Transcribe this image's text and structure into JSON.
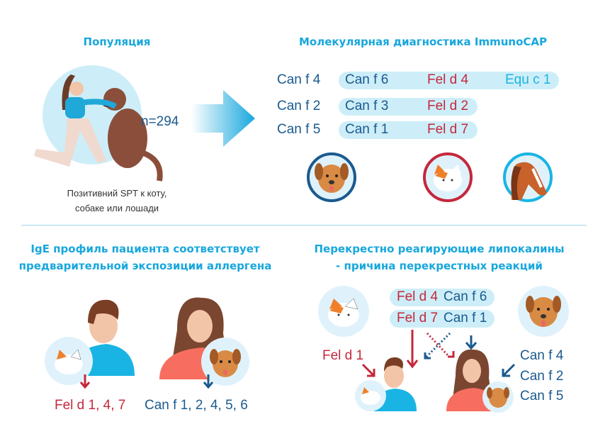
{
  "population": {
    "title": "Популяция",
    "n": "n=294",
    "caption_line1": "Позитивний SPT к коту,",
    "caption_line2": "собаке или лошади"
  },
  "molecular": {
    "title": "Молекулярная диагностика ImmunoCAP",
    "rows": [
      {
        "label": "Can f 4",
        "dog": "Can f 6",
        "cat": "Fel d 4",
        "horse": "Equ c 1"
      },
      {
        "label": "Can f 2",
        "dog": "Can f 3",
        "cat": "Fel d 2"
      },
      {
        "label": "Can f 5",
        "dog": "Can f 1",
        "cat": "Fel d 7"
      }
    ]
  },
  "ige_profile": {
    "title_line1": "IgE профиль пациента соответствует",
    "title_line2": "предварительной экспозиции аллергена",
    "cat_result": "Fel d 1, 4, 7",
    "dog_result": "Can f 1, 2, 4, 5, 6"
  },
  "cross_reactive": {
    "title_line1": "Перекрестно реагирующие липокалины",
    "title_line2": "- причина перекрестных реакций",
    "pair1": {
      "cat": "Fel d 4",
      "dog": "Can f 6"
    },
    "pair2": {
      "cat": "Fel d 7",
      "dog": "Can f 1"
    },
    "cat_specific": "Fel d 1",
    "dog_specific": [
      "Can f 4",
      "Can f 2",
      "Can f 5"
    ]
  },
  "colors": {
    "dark_blue": "#1b5a8f",
    "red": "#c4283c",
    "cyan": "#19b4e3",
    "pill": "#cdeef8"
  }
}
